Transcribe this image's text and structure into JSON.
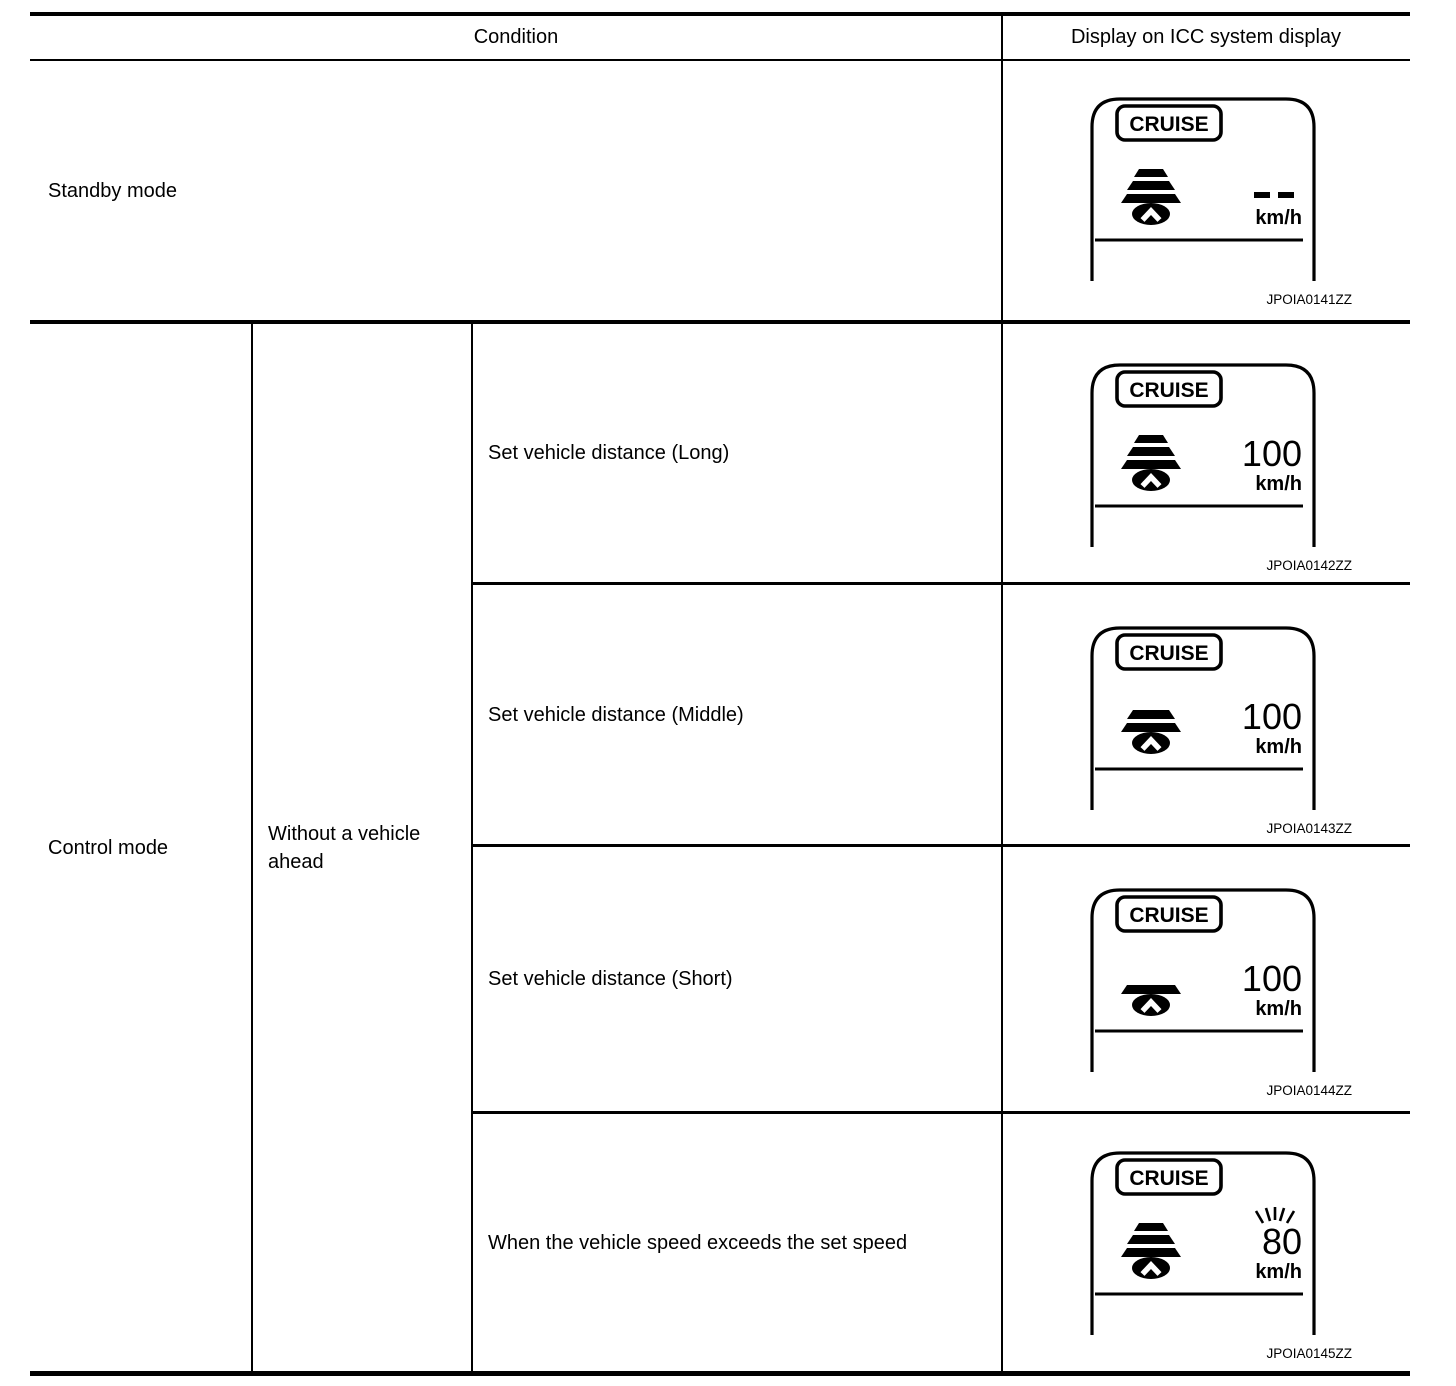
{
  "header": {
    "condition": "Condition",
    "display": "Display on ICC system display"
  },
  "standby": {
    "label": "Standby mode",
    "display": {
      "badge": "CRUISE",
      "bars": 3,
      "speed": "--",
      "unit": "km/h",
      "blinking": false,
      "code": "JPOIA0141ZZ"
    }
  },
  "control": {
    "label": "Control mode",
    "group_label": "Without a vehicle ahead",
    "rows": [
      {
        "label": "Set vehicle distance (Long)",
        "display": {
          "badge": "CRUISE",
          "bars": 3,
          "speed": "100",
          "unit": "km/h",
          "blinking": false,
          "code": "JPOIA0142ZZ"
        }
      },
      {
        "label": "Set vehicle distance (Middle)",
        "display": {
          "badge": "CRUISE",
          "bars": 2,
          "speed": "100",
          "unit": "km/h",
          "blinking": false,
          "code": "JPOIA0143ZZ"
        }
      },
      {
        "label": "Set vehicle distance (Short)",
        "display": {
          "badge": "CRUISE",
          "bars": 1,
          "speed": "100",
          "unit": "km/h",
          "blinking": false,
          "code": "JPOIA0144ZZ"
        }
      },
      {
        "label": "When the vehicle speed exceeds the set speed",
        "display": {
          "badge": "CRUISE",
          "bars": 3,
          "speed": "80",
          "unit": "km/h",
          "blinking": true,
          "code": "JPOIA0145ZZ"
        }
      }
    ]
  },
  "colors": {
    "ink": "#000000",
    "paper": "#ffffff"
  }
}
